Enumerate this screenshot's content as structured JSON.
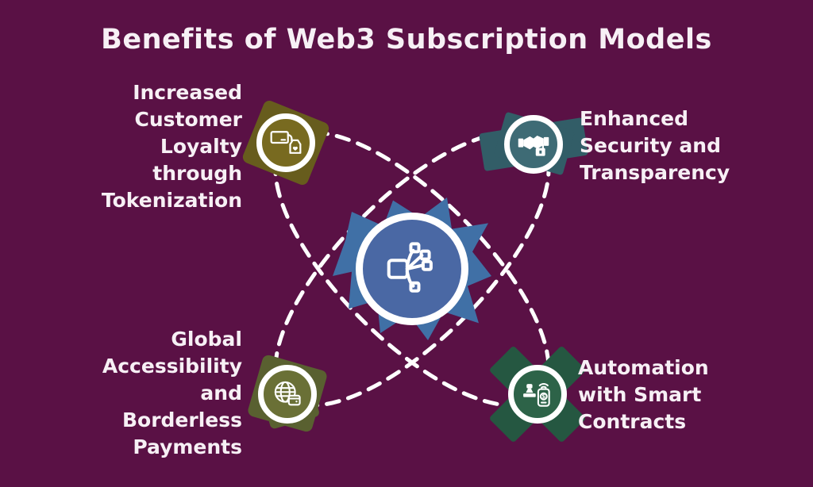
{
  "title": "Benefits of Web3 Subscription Models",
  "colors": {
    "background": "#5a1145",
    "text": "#f7f0f5",
    "line": "#ffffff",
    "ring": "#ffffff",
    "center_fill": "#4a68a4",
    "center_splash": "#4070a6",
    "tl_fill": "#786a20",
    "tl_back": "#675c1d",
    "tr_fill": "#3e6b75",
    "tr_back": "#325d67",
    "bl_fill": "#6a7036",
    "bl_back": "#596030",
    "br_fill": "#2d6348",
    "br_back": "#255741"
  },
  "center": {
    "icon": "network-distribution-icon"
  },
  "benefits": [
    {
      "id": "top-left",
      "label": "Increased\nCustomer\nLoyalty\nthrough\nTokenization",
      "icon": "loyalty-card-tag-icon"
    },
    {
      "id": "top-right",
      "label": "Enhanced\nSecurity and\nTransparency",
      "icon": "handshake-padlock-icon"
    },
    {
      "id": "bottom-left",
      "label": "Global\nAccessibility\nand\nBorderless\nPayments",
      "icon": "globe-wallet-icon"
    },
    {
      "id": "bottom-right",
      "label": "Automation\nwith Smart\nContracts",
      "icon": "stamp-smartphone-icon"
    }
  ]
}
